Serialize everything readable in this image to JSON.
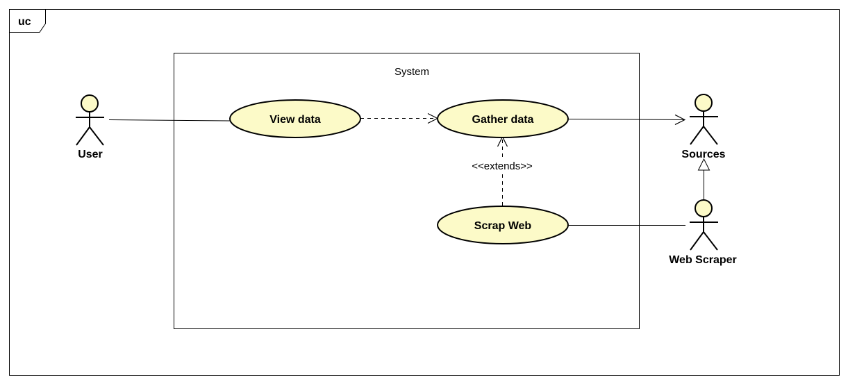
{
  "frame": {
    "tag": "uc"
  },
  "system": {
    "title": "System"
  },
  "colors": {
    "usecase_fill": "#fcfac8",
    "actor_head_fill": "#fcfac8",
    "line": "#000000",
    "background": "#ffffff"
  },
  "actors": {
    "user": {
      "name": "User"
    },
    "sources": {
      "name": "Sources"
    },
    "web_scraper": {
      "name": "Web Scraper"
    }
  },
  "usecases": {
    "view_data": {
      "label": "View data"
    },
    "gather_data": {
      "label": "Gather data"
    },
    "scrap_web": {
      "label": "Scrap Web"
    }
  },
  "relations": {
    "extends": {
      "label": "<<extends>>"
    }
  }
}
